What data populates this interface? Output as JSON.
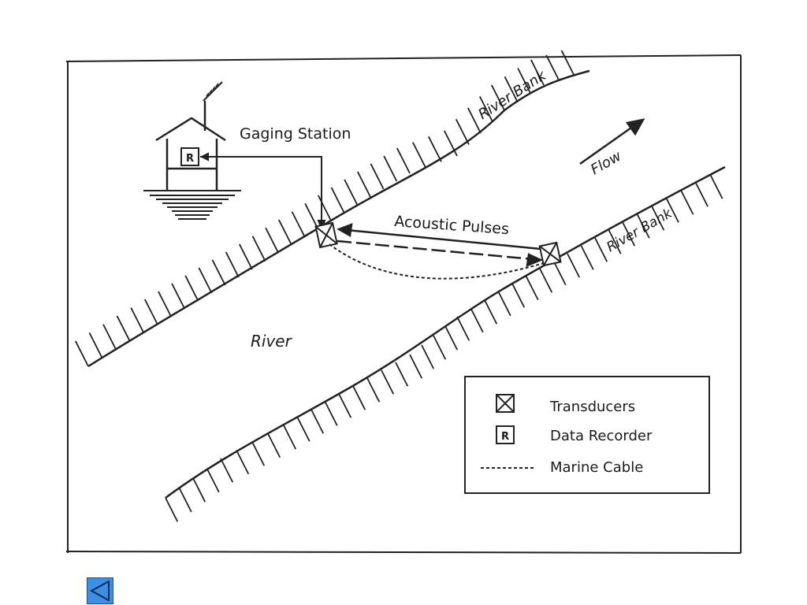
{
  "diagram": {
    "labels": {
      "gaging_station": "Gaging Station",
      "river_bank_upper": "River Bank",
      "river_bank_lower": "River Bank",
      "flow": "Flow",
      "acoustic_pulses": "Acoustic Pulses",
      "river": "River",
      "recorder_letter": "R"
    },
    "legend": {
      "items": [
        {
          "symbol": "transducer-icon",
          "label": "Transducers"
        },
        {
          "symbol": "R",
          "label": "Data Recorder"
        },
        {
          "symbol": "dashed-line",
          "label": "Marine Cable"
        }
      ]
    }
  },
  "nav": {
    "back_icon": "back-arrow-icon",
    "accent": "#3b8fe6"
  }
}
